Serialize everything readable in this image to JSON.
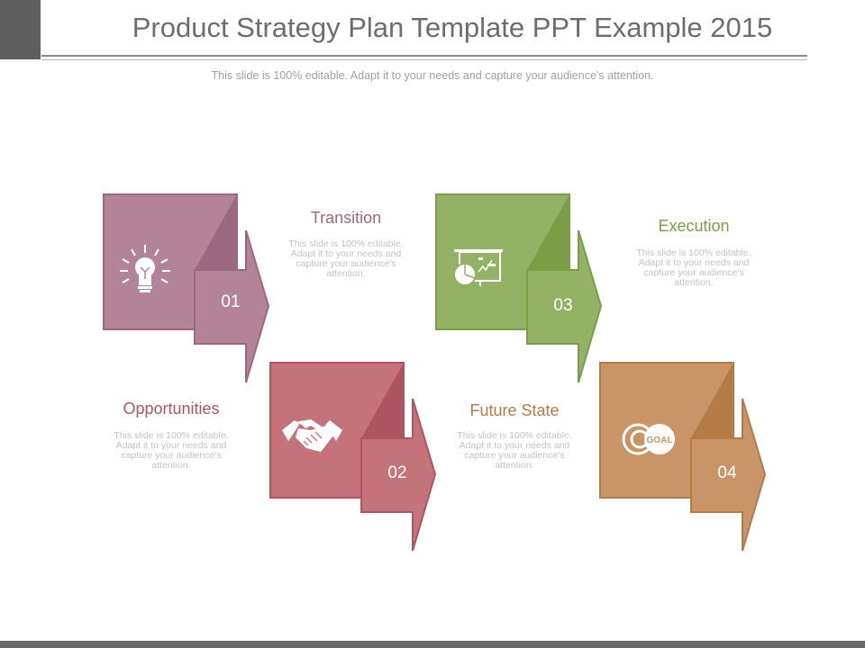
{
  "header": {
    "title": "Product Strategy Plan Template PPT Example 2015",
    "subtitle": "This slide is 100% editable. Adapt it to your needs and capture your audience's attention."
  },
  "steps": [
    {
      "number": "01",
      "label": "Transition",
      "description": "This slide is 100% editable. Adapt it to your needs and capture your audience's attention.",
      "icon": "lightbulb-icon",
      "color": "#b38497",
      "dark_color": "#9b6880"
    },
    {
      "number": "02",
      "label": "Opportunities",
      "description": "This slide is 100% editable. Adapt it to your needs and capture your audience's attention.",
      "icon": "handshake-icon",
      "color": "#c4737a",
      "dark_color": "#ad5560"
    },
    {
      "number": "03",
      "label": "Execution",
      "description": "This slide is 100% editable. Adapt it to your needs and capture your audience's attention.",
      "icon": "presentation-chart-icon",
      "color": "#94b265",
      "dark_color": "#7a9d45"
    },
    {
      "number": "04",
      "label": "Future State",
      "description": "This slide is 100% editable. Adapt it to your needs and capture your audience's attention.",
      "icon": "goal-target-icon",
      "color": "#c99467",
      "dark_color": "#b57b47",
      "icon_text": "GOAL"
    }
  ],
  "label_colors": {
    "purple": "#9b6880",
    "red": "#ad5560",
    "green": "#7a9d45",
    "orange": "#b57b47"
  }
}
